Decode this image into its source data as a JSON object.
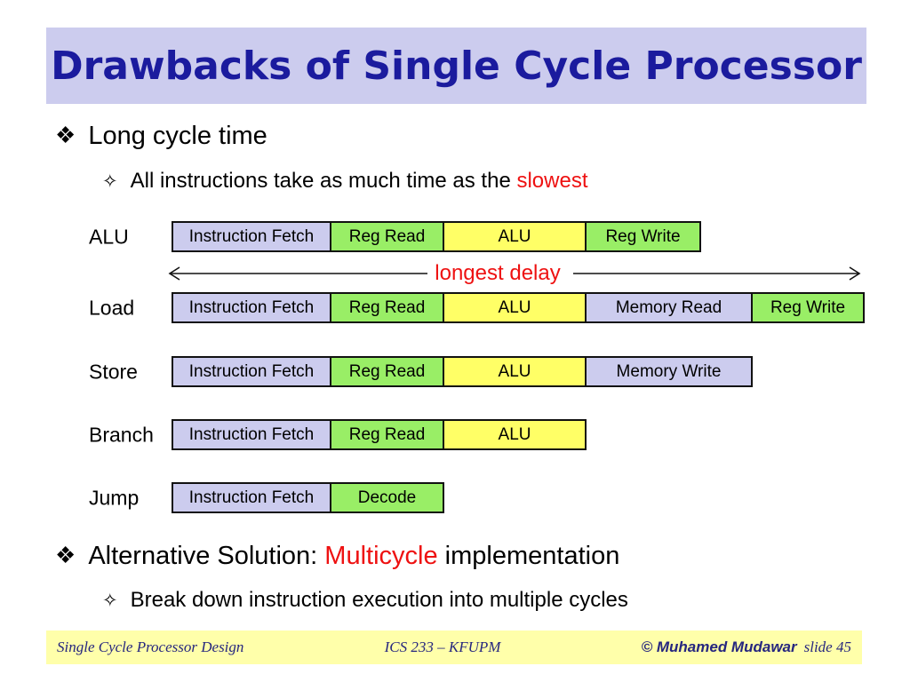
{
  "title": "Drawbacks of Single Cycle Processor",
  "colors": {
    "lavender": "#ccccee",
    "green": "#99ee66",
    "yellow": "#ffff66",
    "red": "#ee1111",
    "navy": "#1b1b9e",
    "footer_bg": "#ffffaa",
    "footer_text": "#26267f"
  },
  "bullet1": {
    "marker": "❖",
    "text": "Long cycle time"
  },
  "sub1": {
    "marker": "✧",
    "text_before": "All instructions take as much time as the ",
    "highlight": "slowest"
  },
  "diagram": {
    "arrow_label": "longest delay",
    "rows": [
      {
        "label": "ALU",
        "segments": [
          {
            "text": "Instruction Fetch",
            "color": "lavender",
            "width": 180
          },
          {
            "text": "Reg Read",
            "color": "green",
            "width": 129
          },
          {
            "text": "ALU",
            "color": "yellow",
            "width": 162
          },
          {
            "text": "Reg Write",
            "color": "green",
            "width": 131
          }
        ]
      },
      {
        "label": "Load",
        "segments": [
          {
            "text": "Instruction Fetch",
            "color": "lavender",
            "width": 180
          },
          {
            "text": "Reg Read",
            "color": "green",
            "width": 129
          },
          {
            "text": "ALU",
            "color": "yellow",
            "width": 162
          },
          {
            "text": "Memory Read",
            "color": "lavender",
            "width": 189
          },
          {
            "text": "Reg Write",
            "color": "green",
            "width": 128
          }
        ]
      },
      {
        "label": "Store",
        "segments": [
          {
            "text": "Instruction Fetch",
            "color": "lavender",
            "width": 180
          },
          {
            "text": "Reg Read",
            "color": "green",
            "width": 129
          },
          {
            "text": "ALU",
            "color": "yellow",
            "width": 162
          },
          {
            "text": "Memory Write",
            "color": "lavender",
            "width": 189
          }
        ]
      },
      {
        "label": "Branch",
        "segments": [
          {
            "text": "Instruction Fetch",
            "color": "lavender",
            "width": 180
          },
          {
            "text": "Reg Read",
            "color": "green",
            "width": 129
          },
          {
            "text": "ALU",
            "color": "yellow",
            "width": 162
          }
        ]
      },
      {
        "label": "Jump",
        "segments": [
          {
            "text": "Instruction Fetch",
            "color": "lavender",
            "width": 180
          },
          {
            "text": "Decode",
            "color": "green",
            "width": 129
          }
        ]
      }
    ]
  },
  "bullet2": {
    "marker": "❖",
    "before": "Alternative Solution: ",
    "highlight": "Multicycle",
    "after": " implementation"
  },
  "sub2": {
    "marker": "✧",
    "text": "Break down instruction execution into multiple cycles"
  },
  "footer": {
    "left": "Single Cycle Processor Design",
    "center": "ICS 233 – KFUPM",
    "right_author": "© Muhamed Mudawar",
    "right_slide": "slide 45"
  }
}
